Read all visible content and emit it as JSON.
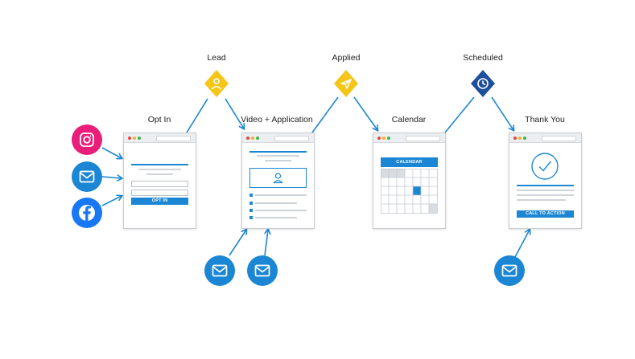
{
  "stages": {
    "lead": "Lead",
    "applied": "Applied",
    "scheduled": "Scheduled"
  },
  "pages": {
    "optin": {
      "title": "Opt In",
      "button": "OPT IN"
    },
    "video": {
      "title": "Video + Application"
    },
    "calendar": {
      "title": "Calendar",
      "header": "CALENDAR"
    },
    "thankyou": {
      "title": "Thank You",
      "button": "CALL TO ACTION"
    }
  },
  "icons": {
    "sources": [
      "instagram-icon",
      "email-icon",
      "facebook-icon"
    ],
    "stage_badges": [
      "person-icon",
      "paper-plane-icon",
      "clock-icon"
    ],
    "followups": [
      "email-icon",
      "email-icon",
      "email-icon"
    ]
  },
  "colors": {
    "accent": "#1b86d3",
    "lead_badge": "#f5c518",
    "applied_badge": "#f5c518",
    "scheduled_badge": "#1c4f9c",
    "instagram": "#e91e7a",
    "email": "#1b86d3",
    "facebook": "#1877f2"
  }
}
